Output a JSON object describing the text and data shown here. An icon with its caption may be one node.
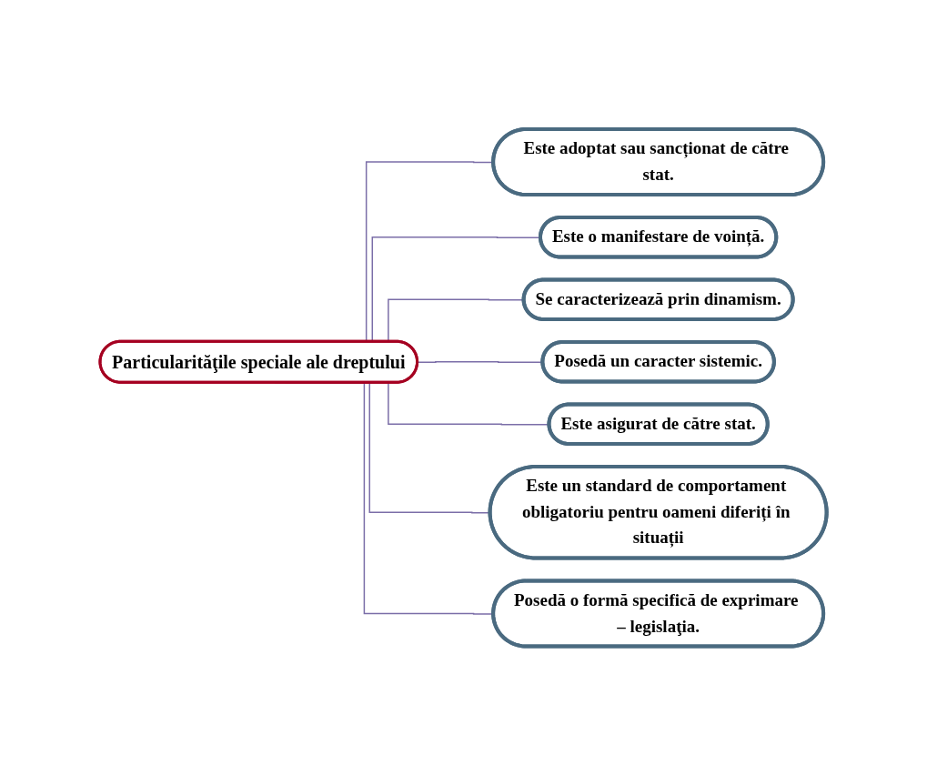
{
  "diagram": {
    "nodes": [
      {
        "text": [
          "Particularităţile speciale ale dreptului"
        ]
      },
      {
        "text": [
          "Este adoptat sau sancționat de către stat."
        ]
      },
      {
        "text": [
          "Este o manifestare de voință."
        ]
      },
      {
        "text": [
          "Se caracterizează prin dinamism."
        ]
      },
      {
        "text": [
          "Posedă un caracter sistemic."
        ]
      },
      {
        "text": [
          "Este asigurat de către stat."
        ]
      },
      {
        "text": [
          "Este un standard de comportament obligatoriu pentru oameni diferiți în situații"
        ]
      },
      {
        "text": [
          "Posedă o formă specifică de exprimare – legislaţia."
        ]
      }
    ],
    "edges": [
      {
        "from": 0,
        "to": 1,
        "arrow": "none"
      },
      {
        "from": 0,
        "to": 2,
        "arrow": "none"
      },
      {
        "from": 0,
        "to": 3,
        "arrow": "none"
      },
      {
        "from": 0,
        "to": 4,
        "arrow": "none"
      },
      {
        "from": 0,
        "to": 5,
        "arrow": "none"
      },
      {
        "from": 0,
        "to": 6,
        "arrow": "none"
      },
      {
        "from": 0,
        "to": 7,
        "arrow": "none"
      }
    ]
  }
}
